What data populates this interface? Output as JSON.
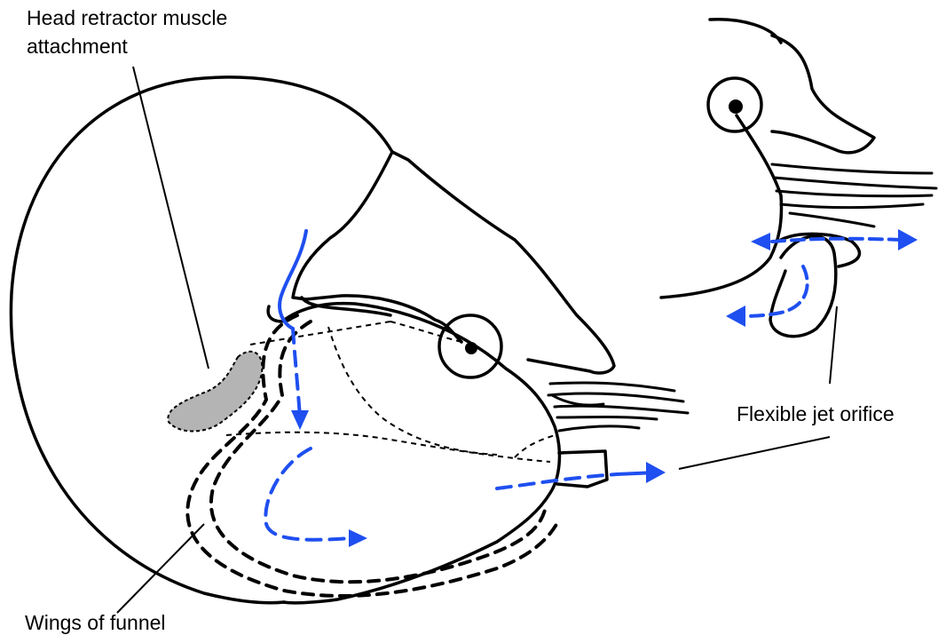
{
  "labels": {
    "head_retractor_line1": "Head retractor muscle",
    "head_retractor_line2": "attachment",
    "jet_orifice": "Flexible jet orifice",
    "wings": "Wings of funnel"
  },
  "colors": {
    "outline": "#000000",
    "water_flow": "#1f4ff0",
    "muscle_fill": "#b4b4b4"
  }
}
